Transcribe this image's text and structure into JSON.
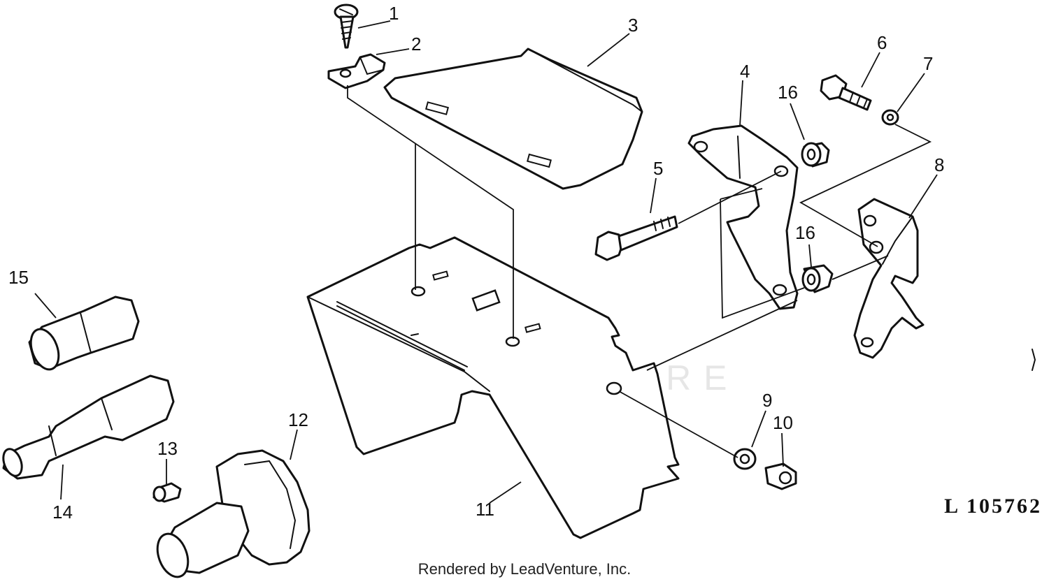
{
  "diagram": {
    "reference_number": "L 105762",
    "footer_text": "Rendered by LeadVenture, Inc.",
    "watermark_text": "LEADVENTURE",
    "callouts": [
      "1",
      "2",
      "3",
      "4",
      "5",
      "6",
      "7",
      "8",
      "9",
      "10",
      "11",
      "12",
      "13",
      "14",
      "15",
      "16",
      "16"
    ],
    "parts": [
      "screw",
      "clamp",
      "top cover plate",
      "bracket",
      "cap screw",
      "cap screw",
      "lock washer",
      "bracket",
      "lock washer",
      "nut",
      "support",
      "boot",
      "plug",
      "pin",
      "sleeve",
      "spacer",
      "spacer"
    ]
  }
}
